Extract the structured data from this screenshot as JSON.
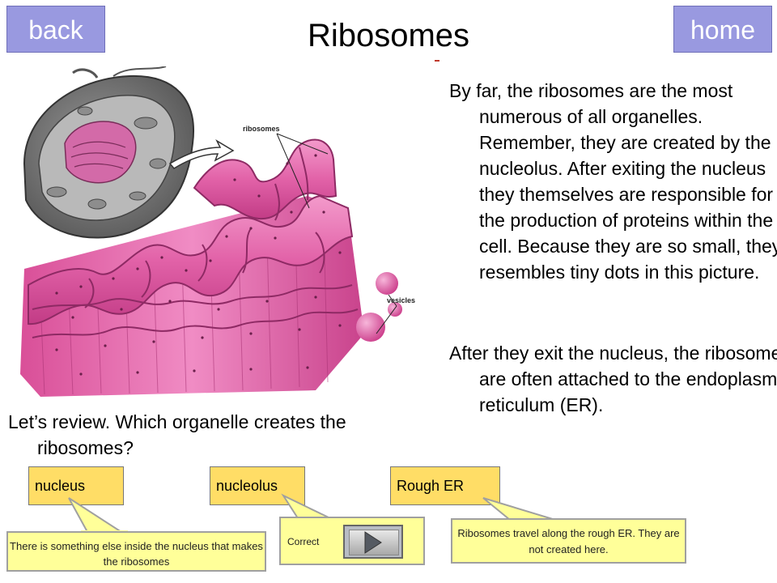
{
  "nav": {
    "back_label": "back",
    "home_label": "home"
  },
  "title": "Ribosomes",
  "figure": {
    "label_ribosomes": "ribosomes",
    "label_vesicles": "vesicles"
  },
  "paragraphs": [
    "By far, the ribosomes are the most numerous of all organelles. Remember, they are created by the nucleolus. After exiting the nucleus they themselves are responsible for the production of proteins within the cell. Because they are so small, they resembles tiny dots in this picture.",
    "After they exit the nucleus, the ribosomes are often attached to the endoplasmic reticulum (ER)."
  ],
  "question": "Let’s review. Which organelle creates the ribosomes?",
  "answers": [
    "nucleus",
    "nucleolus",
    "Rough ER"
  ],
  "feedback": {
    "nucleus": "There is something else inside the nucleus that makes the ribosomes",
    "nucleolus": "Correct",
    "rough_er": "Ribosomes travel along the rough ER. They are not created here."
  },
  "icons": {
    "next": "play-arrow-icon"
  },
  "colors": {
    "nav_button": "#9999e0",
    "answer_button": "#ffdd66",
    "callout": "#ffff99",
    "er_membrane": "#d64c9a"
  }
}
